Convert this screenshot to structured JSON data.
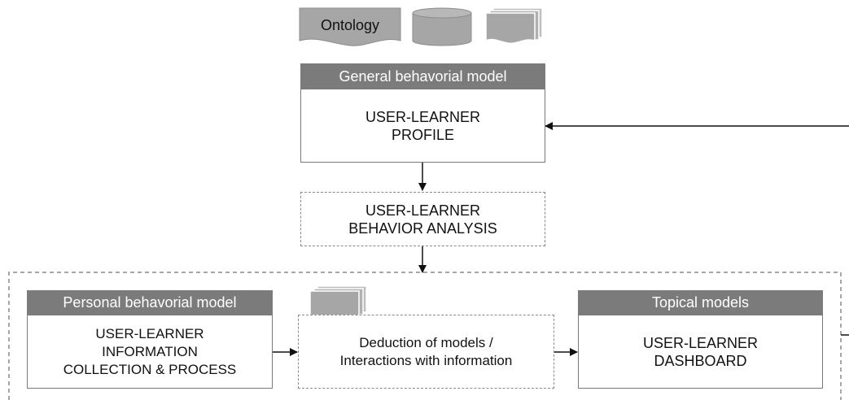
{
  "top_icons": {
    "ontology_label": "Ontology"
  },
  "general_model": {
    "header": "General behavorial model",
    "body": "USER-LEARNER\nPROFILE"
  },
  "behavior_analysis": {
    "body": "USER-LEARNER\nBEHAVIOR ANALYSIS"
  },
  "personal_model": {
    "header": "Personal behavorial model",
    "body": "USER-LEARNER\nINFORMATION\nCOLLECTION & PROCESS"
  },
  "deduction": {
    "body": "Deduction of models /\nInteractions with information"
  },
  "topical_models": {
    "header": "Topical models",
    "body": "USER-LEARNER\nDASHBOARD"
  },
  "colors": {
    "header_fill": "#7b7b7b",
    "icon_fill": "#a6a6a6",
    "border": "#7a7a7a"
  }
}
